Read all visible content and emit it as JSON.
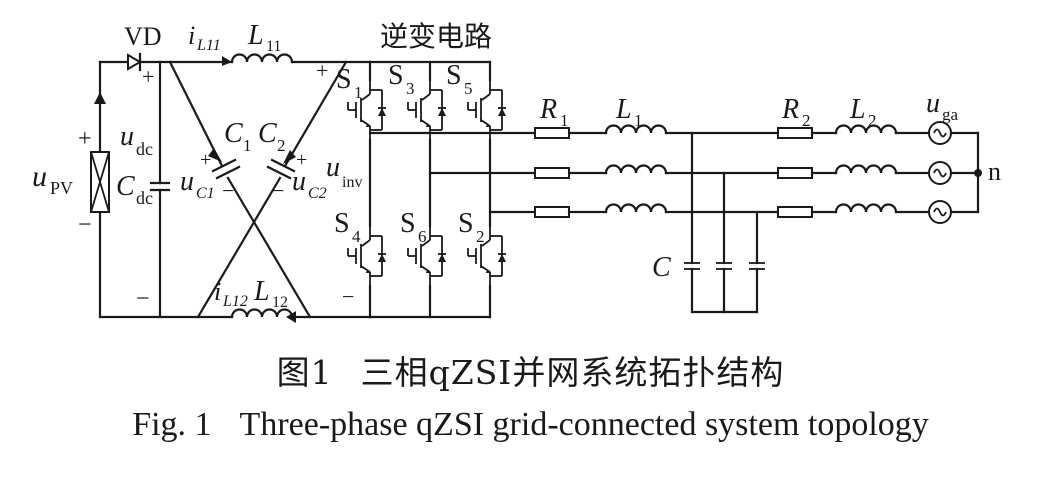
{
  "labels": {
    "vd": "VD",
    "il11_main": "i",
    "il11_sub": "L11",
    "l11_main": "L",
    "l11_sub": "11",
    "inverter_title": "逆变电路",
    "s1": "S",
    "s1_sub": "1",
    "s3": "S",
    "s3_sub": "3",
    "s5": "S",
    "s5_sub": "5",
    "s4": "S",
    "s4_sub": "4",
    "s6": "S",
    "s6_sub": "6",
    "s2": "S",
    "s2_sub": "2",
    "udc_main": "u",
    "udc_sub": "dc",
    "cdc_main": "C",
    "cdc_sub": "dc",
    "upv_main": "u",
    "upv_sub": "PV",
    "c1_main": "C",
    "c1_sub": "1",
    "c2_main": "C",
    "c2_sub": "2",
    "uc1_main": "u",
    "uc1_sub": "C1",
    "uc2_main": "u",
    "uc2_sub": "C2",
    "uinv_main": "u",
    "uinv_sub": "inv",
    "il12_main": "i",
    "il12_sub": "L12",
    "l12_main": "L",
    "l12_sub": "12",
    "r1_main": "R",
    "r1_sub": "1",
    "l1_main": "L",
    "l1_sub": "1",
    "r2_main": "R",
    "r2_sub": "2",
    "l2_main": "L",
    "l2_sub": "2",
    "uga_main": "u",
    "uga_sub": "ga",
    "c_filter": "C",
    "neutral": "n",
    "plus": "+",
    "minus": "−"
  },
  "caption": {
    "cn_number": "图1",
    "cn_text": "三相qZSI并网系统拓扑结构",
    "en_number": "Fig. 1",
    "en_text": "Three-phase qZSI grid-connected system topology"
  },
  "colors": {
    "ink": "#1a1a1a",
    "background": "#ffffff"
  }
}
